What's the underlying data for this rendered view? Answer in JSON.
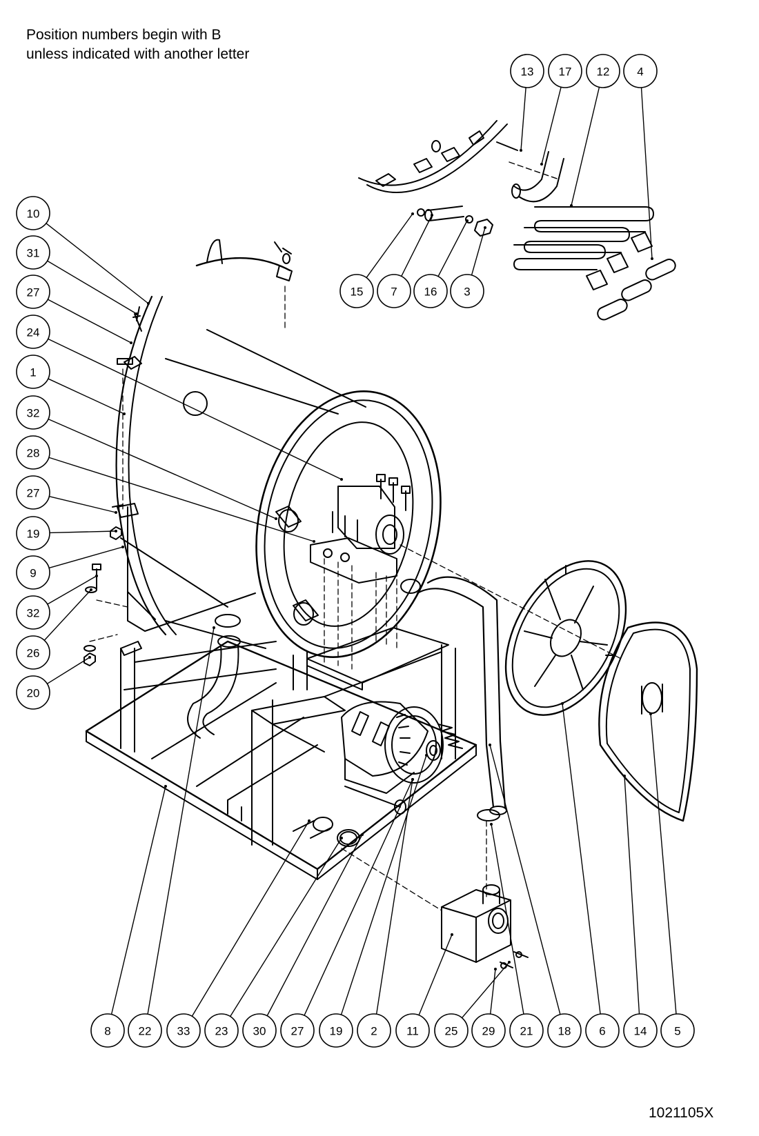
{
  "notes": {
    "line1": "Position numbers begin with B",
    "line2": "unless indicated with another letter"
  },
  "callouts": {
    "top": [
      "13",
      "17",
      "12",
      "4"
    ],
    "detail_bottom": [
      "15",
      "7",
      "16",
      "3"
    ],
    "left": [
      "10",
      "31",
      "27",
      "24",
      "1",
      "32",
      "28",
      "27",
      "19",
      "9",
      "32",
      "26",
      "20"
    ],
    "bottom": [
      "8",
      "22",
      "33",
      "23",
      "30",
      "27",
      "19",
      "2",
      "11",
      "25",
      "29",
      "21",
      "18",
      "6",
      "14",
      "5"
    ]
  },
  "drawing_number": "1021105X"
}
